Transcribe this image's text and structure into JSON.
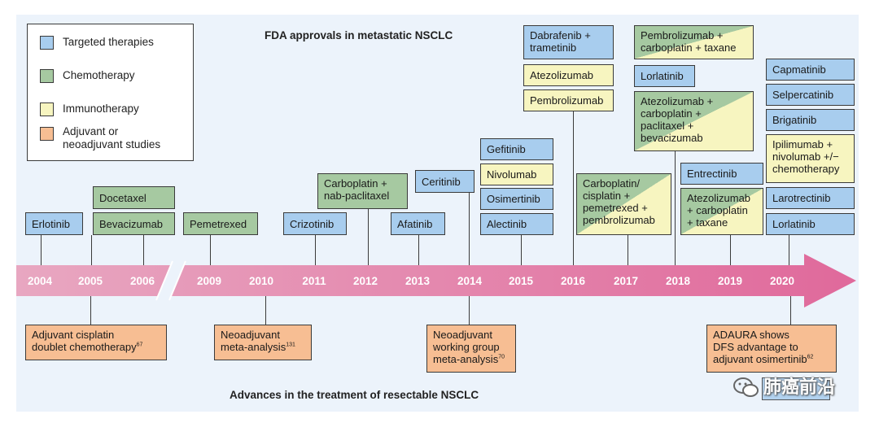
{
  "legend": {
    "targeted": "Targeted therapies",
    "chemo": "Chemotherapy",
    "immuno": "Immunotherapy",
    "adjuvant_line1": "Adjuvant or",
    "adjuvant_line2": "neoadjuvant studies"
  },
  "titles": {
    "top": "FDA approvals in metastatic NSCLC",
    "bottom": "Advances in the treatment of resectable NSCLC"
  },
  "years": [
    "2004",
    "2005",
    "2006",
    "2009",
    "2010",
    "2011",
    "2012",
    "2013",
    "2014",
    "2015",
    "2016",
    "2017",
    "2018",
    "2019",
    "2020"
  ],
  "approvals": {
    "y2004": [
      "Erlotinib"
    ],
    "y2005_2006": [
      "Docetaxel",
      "Bevacizumab"
    ],
    "y2009": [
      "Pemetrexed"
    ],
    "y2011": [
      "Crizotinib"
    ],
    "y2012": [
      "Carboplatin +",
      "nab-paclitaxel"
    ],
    "y2013": [
      "Afatinib"
    ],
    "y2014": [
      "Ceritinib"
    ],
    "y2015": [
      "Gefitinib",
      "Nivolumab",
      "Osimertinib",
      "Alectinib"
    ],
    "y2016": [
      "Dabrafenib +",
      "trametinib",
      "Atezolizumab",
      "Pembrolizumab"
    ],
    "y2017": [
      "Carboplatin/",
      "cisplatin +",
      "pemetrexed +",
      "pembrolizumab"
    ],
    "y2018": [
      "Pembrolizumab +",
      "carboplatin + taxane",
      "Lorlatinib",
      "Atezolizumab +",
      "carboplatin +",
      "paclitaxel +",
      "bevacizumab"
    ],
    "y2019": [
      "Entrectinib",
      "Atezolizumab",
      "+ carboplatin",
      "+ taxane"
    ],
    "y2020": [
      "Capmatinib",
      "Selpercatinib",
      "Brigatinib",
      "Ipilimumab +",
      "nivolumab +/−",
      "chemotherapy",
      "Larotrectinib",
      "Lorlatinib"
    ]
  },
  "studies": {
    "s2005": {
      "line1": "Adjuvant cisplatin",
      "line2": "doublet chemotherapy",
      "ref": "67"
    },
    "s2010": {
      "line1": "Neoadjuvant",
      "line2": "meta-analysis",
      "ref": "131"
    },
    "s2014": {
      "line1": "Neoadjuvant",
      "line2": "working group",
      "line3": "meta-analysis",
      "ref": "70"
    },
    "s2020": {
      "line1": "ADAURA shows",
      "line2": "DFS advantage to",
      "line3": "adjuvant osimertinib",
      "ref": "62"
    }
  },
  "watermark": "肺癌前沿",
  "colors": {
    "targeted": "#a8cdee",
    "chemo": "#a6c9a1",
    "immuno": "#f7f5c0",
    "adjuvant": "#f7be93",
    "arrow": "#e07fa5",
    "background": "#ecf3fb"
  }
}
